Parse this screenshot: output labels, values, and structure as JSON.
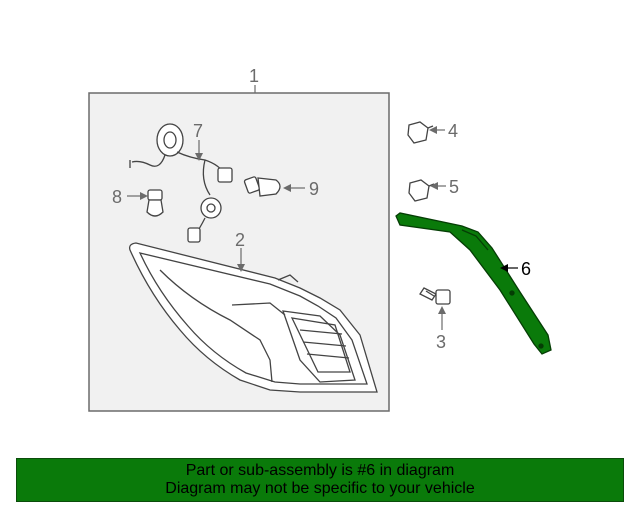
{
  "callouts": {
    "c1": "1",
    "c2": "2",
    "c3": "3",
    "c4": "4",
    "c5": "5",
    "c6": "6",
    "c7": "7",
    "c8": "8",
    "c9": "9"
  },
  "banner": {
    "line1": "Part or sub-assembly is #6 in diagram",
    "line2": "Diagram may not be specific to your vehicle"
  },
  "colors": {
    "banner_bg": "#0a7a0a",
    "highlight_part": "#0a7a0a",
    "line_art": "#555555"
  }
}
